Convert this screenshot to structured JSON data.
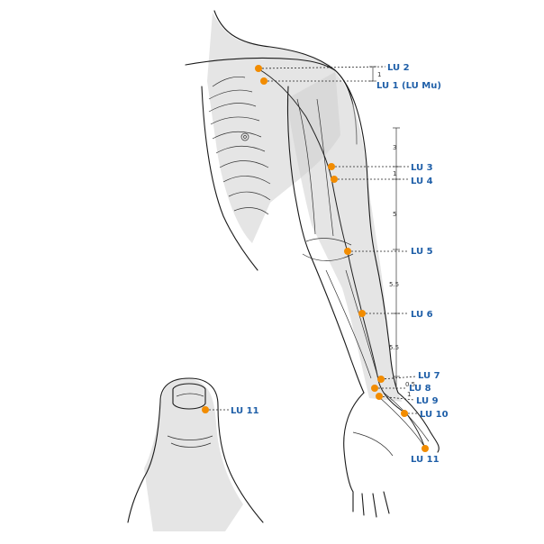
{
  "colors": {
    "point": "#f28c00",
    "label": "#1f5fa8",
    "line": "#1a1a1a"
  },
  "points": [
    {
      "id": "lu2",
      "label": "LU 2"
    },
    {
      "id": "lu1",
      "label": "LU 1 (LU Mu)"
    },
    {
      "id": "lu3",
      "label": "LU 3"
    },
    {
      "id": "lu4",
      "label": "LU 4"
    },
    {
      "id": "lu5",
      "label": "LU 5"
    },
    {
      "id": "lu6",
      "label": "LU 6"
    },
    {
      "id": "lu7",
      "label": "LU 7"
    },
    {
      "id": "lu8",
      "label": "LU 8"
    },
    {
      "id": "lu9",
      "label": "LU 9"
    },
    {
      "id": "lu10",
      "label": "LU 10"
    },
    {
      "id": "lu11",
      "label": "LU 11"
    },
    {
      "id": "lu11_thumb",
      "label": "LU 11"
    }
  ],
  "measurements": {
    "shoulder": "1",
    "upper_top": "3",
    "upper_gap": "1",
    "upper_main": "5",
    "fore_upper": "5.5",
    "fore_lower": "5.5",
    "wrist_a": "0.5",
    "wrist_b": "1"
  }
}
